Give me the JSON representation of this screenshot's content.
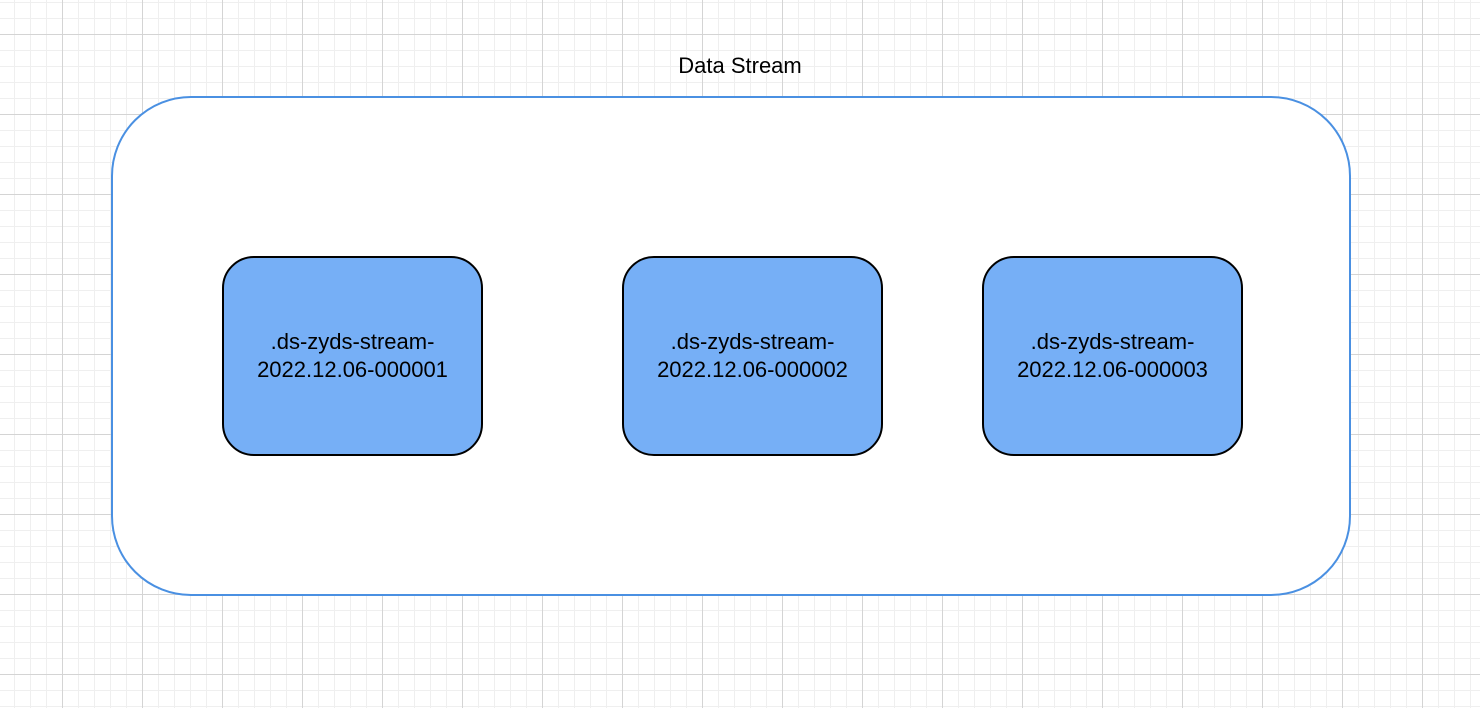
{
  "diagram": {
    "title": "Data Stream",
    "container_border_color": "#4a90e2",
    "segment_fill_color": "#76aff6",
    "segments": [
      {
        "line1": ".ds-zyds-stream-",
        "line2": "2022.12.06-000001"
      },
      {
        "line1": ".ds-zyds-stream-",
        "line2": "2022.12.06-000002"
      },
      {
        "line1": ".ds-zyds-stream-",
        "line2": "2022.12.06-000003"
      }
    ]
  }
}
